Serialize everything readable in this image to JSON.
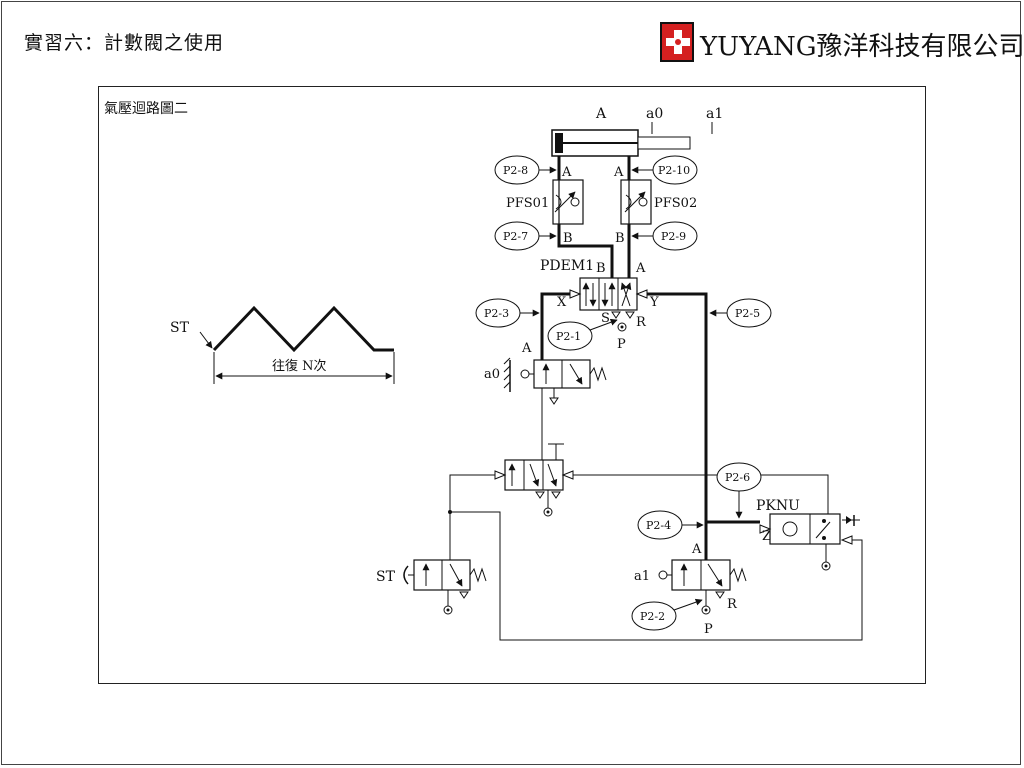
{
  "header": {
    "title": "實習六：計數閥之使用",
    "company": "YUYANG豫洋科技有限公司"
  },
  "brand": {
    "logo_color": "#d42020"
  },
  "diagram": {
    "title": "氣壓迴路圖二",
    "cylinder": {
      "label": "A",
      "limit_a0": "a0",
      "limit_a1": "a1"
    },
    "flow_valves": {
      "left": "PFS01",
      "right": "PFS02",
      "port_a": "A",
      "port_b": "B"
    },
    "main_valve": {
      "label": "PDEM1",
      "port_b": "B",
      "port_a": "A",
      "port_x": "X",
      "port_y": "Y",
      "port_s": "S",
      "port_r": "R",
      "port_p": "P"
    },
    "limit_valve_a0": {
      "label": "a0",
      "port": "A"
    },
    "limit_valve_a1": {
      "label": "a1",
      "port_a": "A",
      "port_r": "R",
      "port_p": "P"
    },
    "start_valve": {
      "label": "ST"
    },
    "counter": {
      "label": "PKNU",
      "port_z": "Z"
    },
    "tags": {
      "p2_1": "P2-1",
      "p2_2": "P2-2",
      "p2_3": "P2-3",
      "p2_4": "P2-4",
      "p2_5": "P2-5",
      "p2_6": "P2-6",
      "p2_7": "P2-7",
      "p2_8": "P2-8",
      "p2_9": "P2-9",
      "p2_10": "P2-10"
    },
    "motion": {
      "start_label": "ST",
      "cycle_label": "往復 N次"
    }
  }
}
